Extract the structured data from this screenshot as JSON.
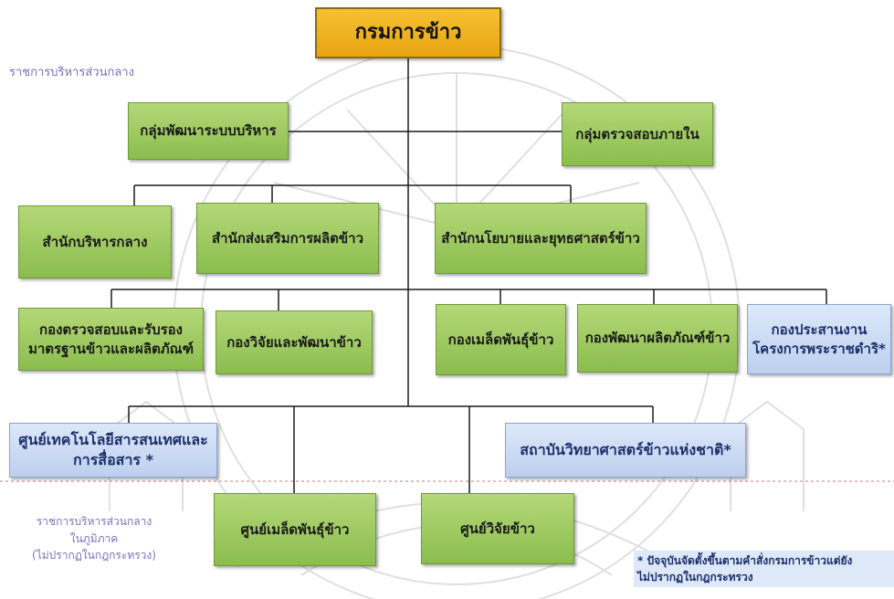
{
  "labels": {
    "central": "ราชการบริหารส่วนกลาง",
    "regional_1": "ราชการบริหารส่วนกลาง",
    "regional_2": "ในภูมิภาค",
    "regional_3": "(ไม่ปรากฏในกฎกระทรวง)"
  },
  "nodes": {
    "root": "กรมการข้าว",
    "admin_dev_group": "กลุ่มพัฒนาระบบบริหาร",
    "internal_audit_group": "กลุ่มตรวจสอบภายใน",
    "central_admin_office": "สำนักบริหารกลาง",
    "rice_promotion_office": "สำนักส่งเสริมการผลิตข้าว",
    "policy_strategy_office": "สำนักนโยบายและยุทธศาสตร์ข้าว",
    "standards_div_1": "กองตรวจสอบและรับรอง",
    "standards_div_2": "มาตรฐานข้าวและผลิตภัณฑ์",
    "research_div": "กองวิจัยและพัฒนาข้าว",
    "seed_div": "กองเมล็ดพันธุ์ข้าว",
    "product_dev_div": "กองพัฒนาผลิตภัณฑ์ข้าว",
    "royal_projects_1": "กองประสานงาน",
    "royal_projects_2": "โครงการพระราชดำริ*",
    "ict_center_1": "ศูนย์เทคโนโลยีสารสนเทศและ",
    "ict_center_2": "การสื่อสาร *",
    "rice_science_institute": "สถาบันวิทยาศาสตร์ข้าวแห่งชาติ*",
    "seed_center": "ศูนย์เมล็ดพันธุ์ข้าว",
    "research_center": "ศูนย์วิจัยข้าว"
  },
  "note": {
    "line1": "* ปัจจุบันจัดตั้งขึ้นตามคำสั่งกรมการข้าวแต่ยัง",
    "line2": "ไม่ปรากฏในกฎกระทรวง"
  },
  "colors": {
    "green": "#9bc95f",
    "blue": "#c9daf2",
    "root": "#f0b020",
    "label": "#7a72b8"
  }
}
